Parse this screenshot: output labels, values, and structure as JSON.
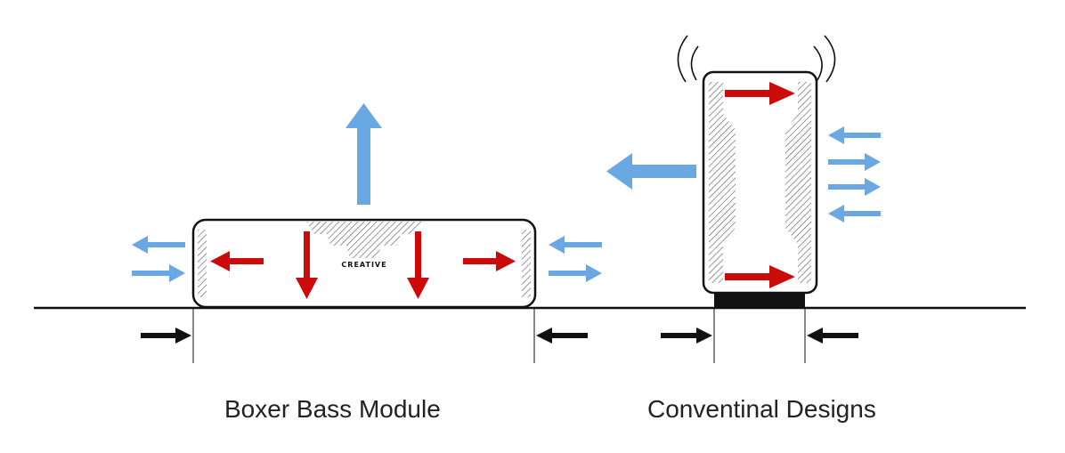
{
  "captions": {
    "boxer": "Boxer Bass Module",
    "conventional": "Conventinal Designs"
  },
  "logo_text": "CREATIVE",
  "colors": {
    "red_arrow": "#cc0a0a",
    "blue_arrow": "#6aa8e3",
    "black_arrow": "#111111",
    "outline": "#111111",
    "hatch": "#555555",
    "ground_line": "#111111"
  },
  "icons": {
    "sound_waves": "vibration-lines-icon"
  }
}
